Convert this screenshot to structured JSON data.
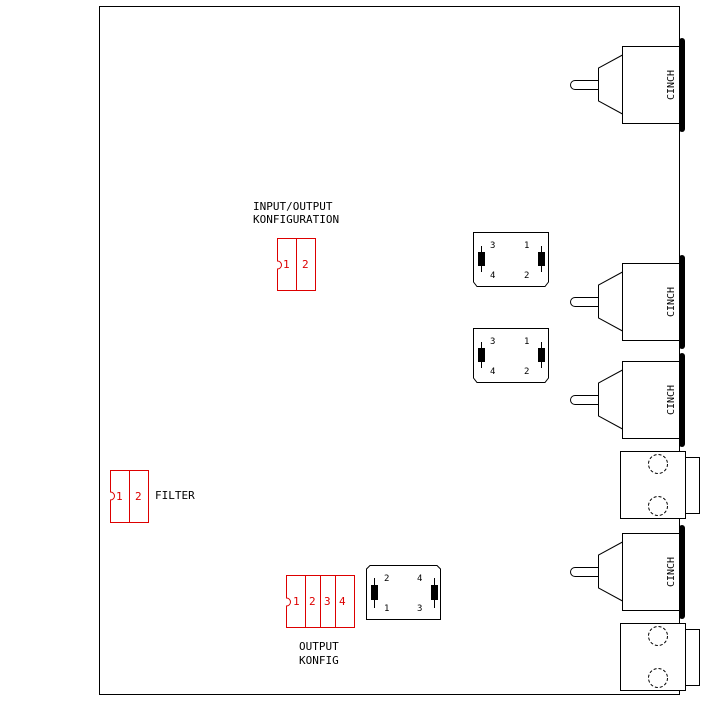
{
  "diagram": {
    "type": "pcb-layout",
    "colors": {
      "outline": "#000000",
      "jumper": "#dd0000",
      "background": "#ffffff"
    }
  },
  "labels": {
    "io_config_line1": "INPUT/OUTPUT",
    "io_config_line2": "KONFIGURATION",
    "filter": "FILTER",
    "output_config_line1": "OUTPUT",
    "output_config_line2": "KONFIG"
  },
  "jumpers": {
    "io_config": {
      "pins": [
        "1",
        "2"
      ]
    },
    "filter": {
      "pins": [
        "1",
        "2"
      ]
    },
    "output_config": {
      "pins": [
        "1",
        "2",
        "3",
        "4"
      ]
    }
  },
  "relays": [
    {
      "pins": {
        "top_left": "3",
        "top_right": "1",
        "bottom_left": "4",
        "bottom_right": "2"
      }
    },
    {
      "pins": {
        "top_left": "3",
        "top_right": "1",
        "bottom_left": "4",
        "bottom_right": "2"
      }
    },
    {
      "pins": {
        "top_left": "2",
        "top_right": "4",
        "bottom_left": "1",
        "bottom_right": "3"
      }
    }
  ],
  "connectors": {
    "cinch": [
      "CINCH",
      "CINCH",
      "CINCH",
      "CINCH"
    ],
    "jack_count": 2
  }
}
